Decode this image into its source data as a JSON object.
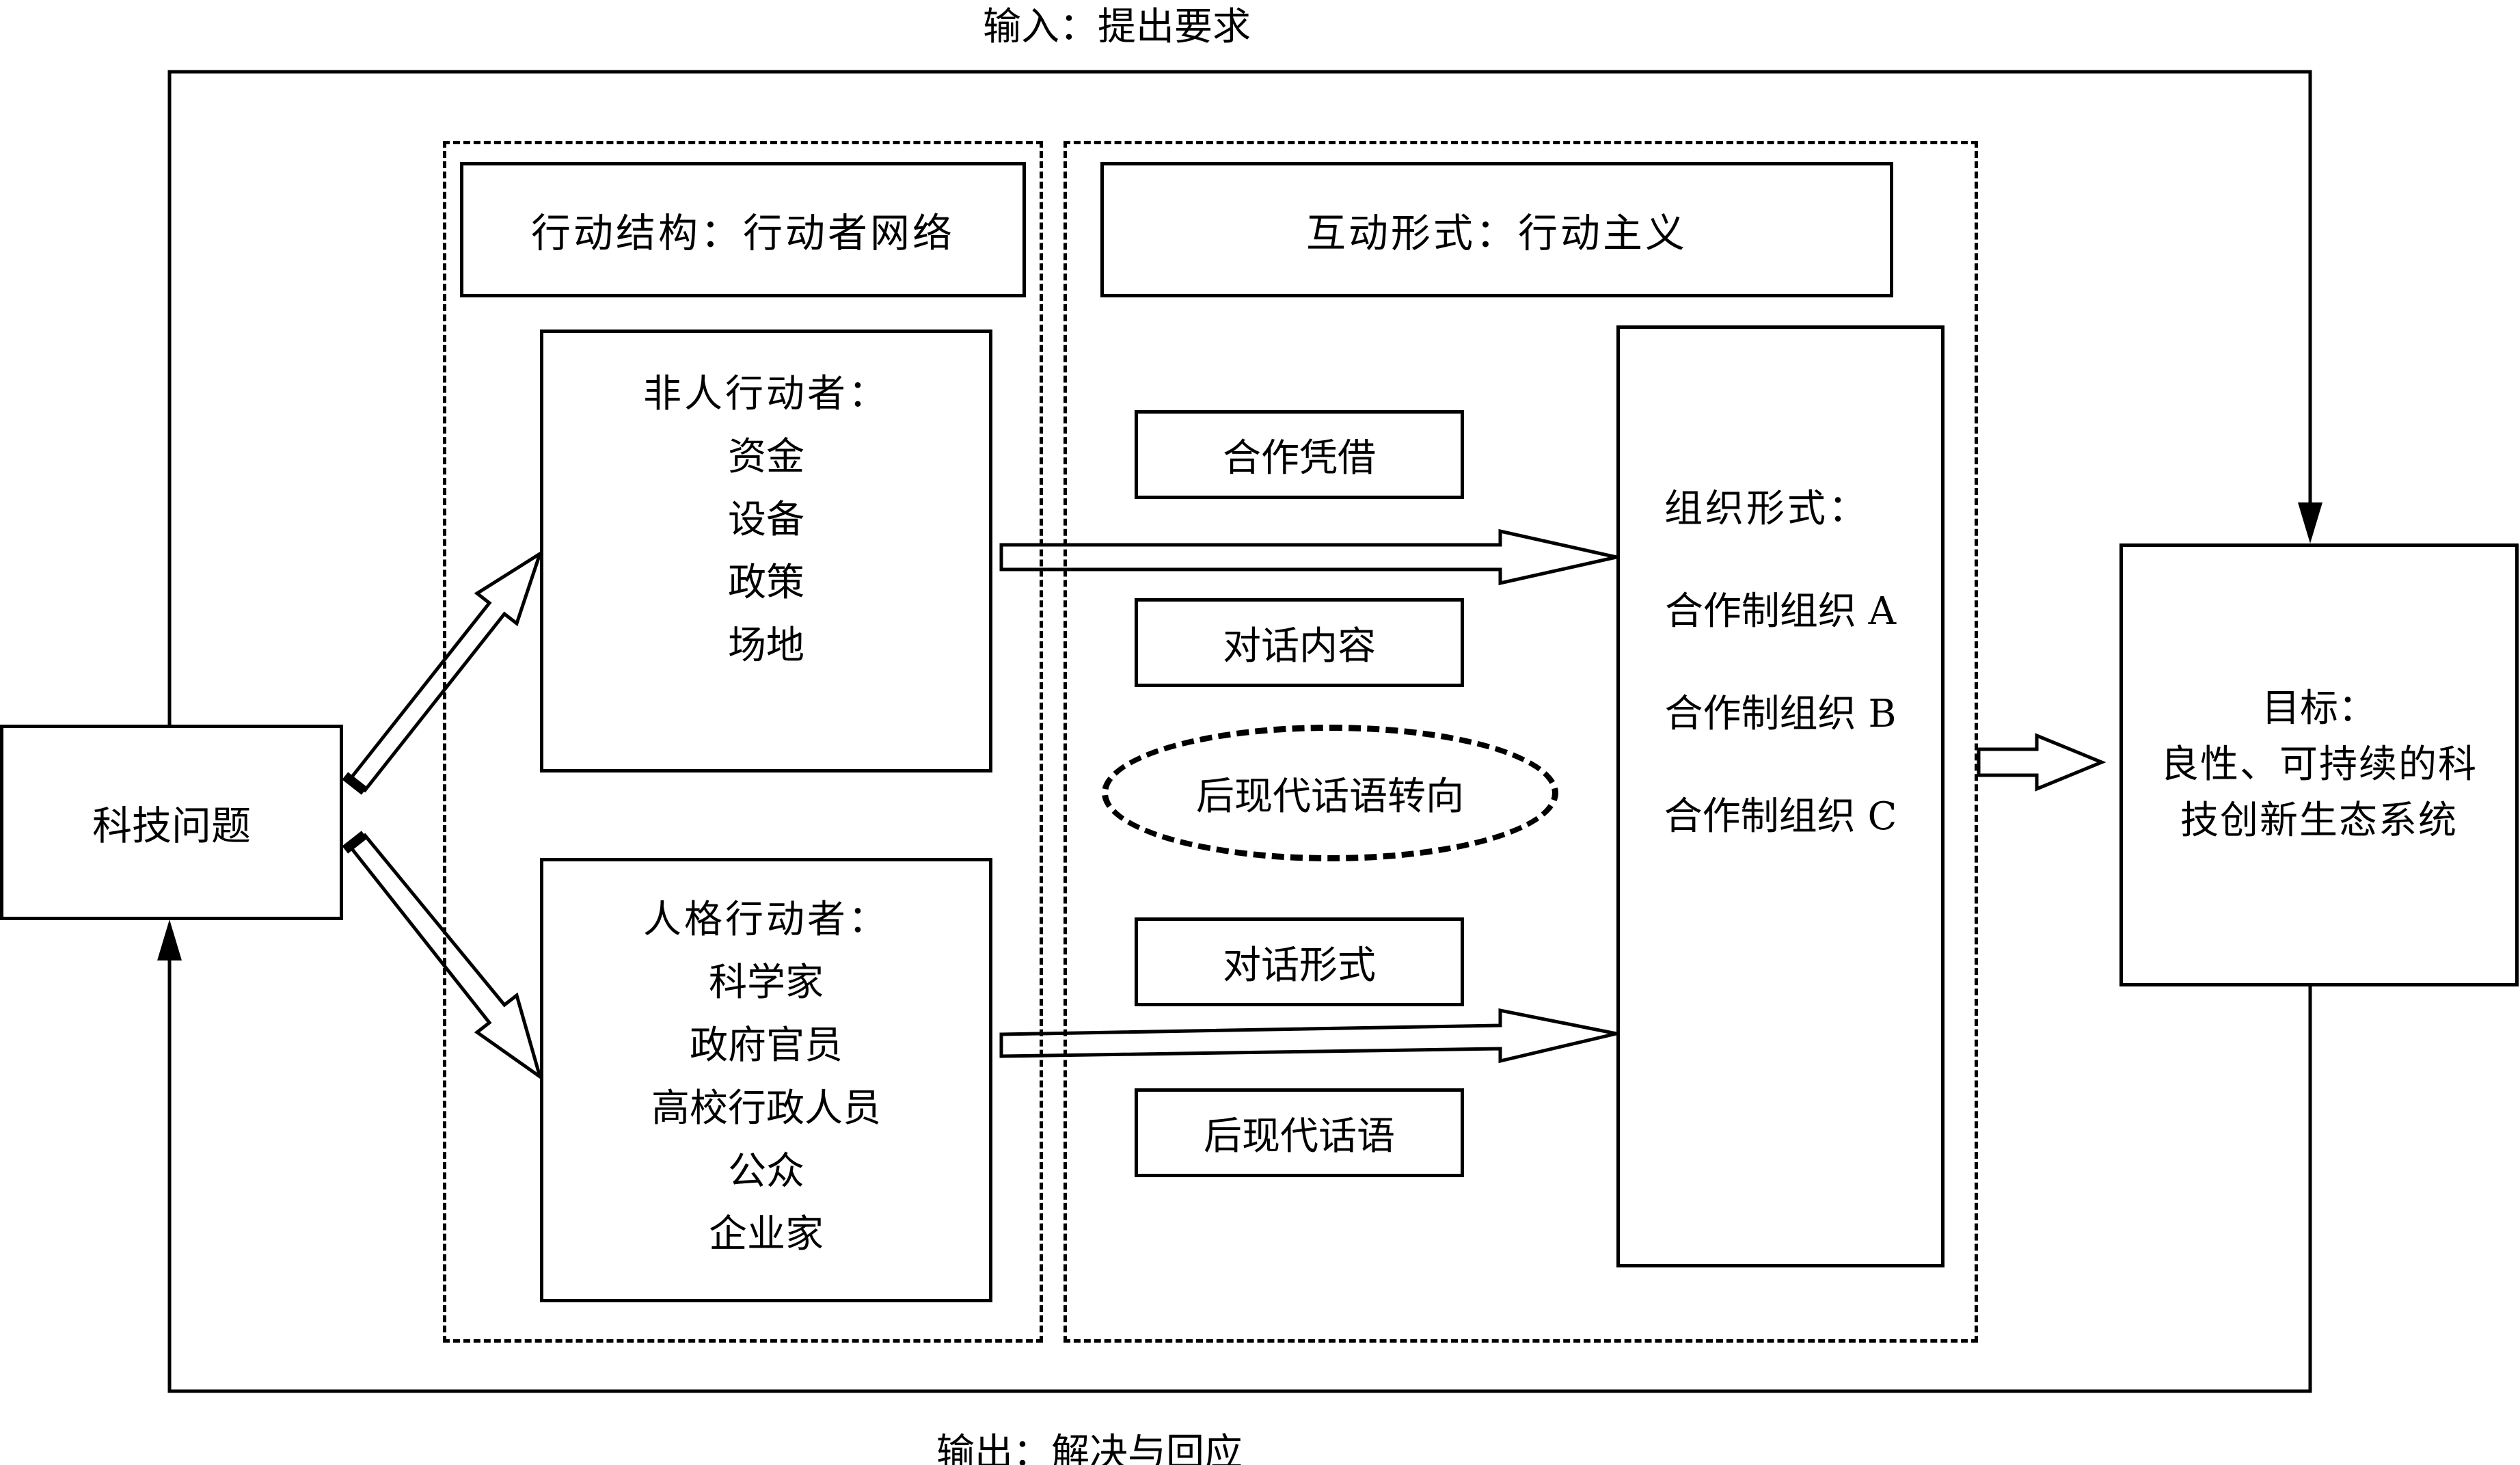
{
  "labels": {
    "input": "输入：提出要求",
    "output": "输出：解决与回应"
  },
  "nodes": {
    "problem": "科技问题",
    "action_structure": "行动结构：行动者网络",
    "interaction_form": "互动形式：行动主义",
    "nonhuman": {
      "title": "非人行动者：",
      "items": [
        "资金",
        "设备",
        "政策",
        "场地"
      ]
    },
    "human": {
      "title": "人格行动者：",
      "items": [
        "科学家",
        "政府官员",
        "高校行政人员",
        "公众",
        "企业家"
      ]
    },
    "middle": {
      "coop_credential": "合作凭借",
      "dialogue_content": "对话内容",
      "postmodern_turn": "后现代话语转向",
      "dialogue_form": "对话形式",
      "postmodern_discourse": "后现代话语"
    },
    "org": {
      "title": "组织形式：",
      "items": [
        "合作制组织 A",
        "合作制组织 B",
        "合作制组织 C"
      ]
    },
    "goal": {
      "title": "目标：",
      "line1": "良性、可持续的科",
      "line2": "技创新生态系统"
    }
  }
}
